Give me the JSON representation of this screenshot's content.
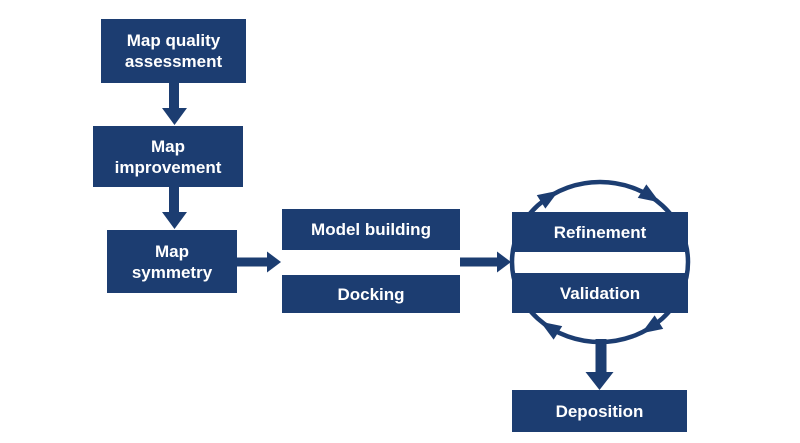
{
  "title": "Structure determination workflow diagram",
  "colors": {
    "node_fill": "#1c3d71",
    "arrow": "#1c3d71",
    "node_text": "#ffffff",
    "background": "#ffffff"
  },
  "diagram": {
    "nodes": [
      {
        "id": "map-quality-assessment",
        "label": "Map quality\nassessment"
      },
      {
        "id": "map-improvement",
        "label": "Map\nimprovement"
      },
      {
        "id": "map-symmetry",
        "label": "Map\nsymmetry"
      },
      {
        "id": "model-building",
        "label": "Model building"
      },
      {
        "id": "docking",
        "label": "Docking"
      },
      {
        "id": "refinement",
        "label": "Refinement"
      },
      {
        "id": "validation",
        "label": "Validation"
      },
      {
        "id": "deposition",
        "label": "Deposition"
      }
    ],
    "edges": [
      {
        "from": "map-quality-assessment",
        "to": "map-improvement",
        "type": "arrow-down"
      },
      {
        "from": "map-improvement",
        "to": "map-symmetry",
        "type": "arrow-down"
      },
      {
        "from": "map-symmetry",
        "to": "model-building / docking",
        "type": "arrow-right"
      },
      {
        "from": "model-building / docking",
        "to": "refinement / validation",
        "type": "arrow-right"
      },
      {
        "from": "refinement",
        "to": "validation",
        "type": "clockwise-cycle"
      },
      {
        "from": "refinement / validation",
        "to": "deposition",
        "type": "arrow-down"
      }
    ]
  }
}
